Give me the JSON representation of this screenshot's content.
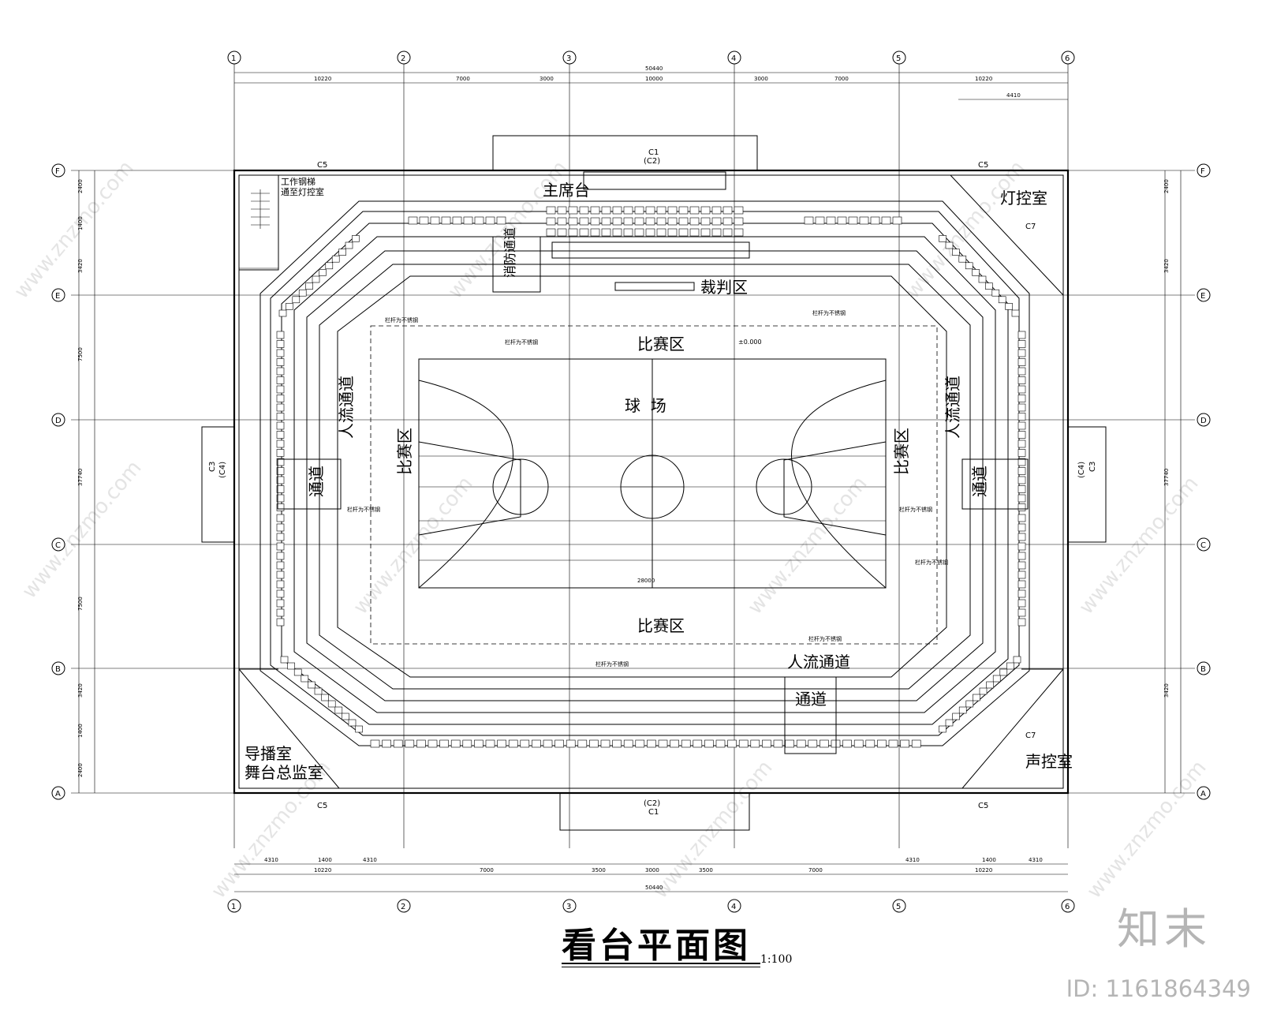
{
  "title": "看台平面图",
  "scale": "1:100",
  "axis_columns": [
    "1",
    "2",
    "3",
    "4",
    "5",
    "6"
  ],
  "axis_rows": [
    "F",
    "E",
    "D",
    "C",
    "B",
    "A"
  ],
  "rooms": {
    "lighting_control": "灯控室",
    "sound_control": "声控室",
    "broadcast_room": "导播室",
    "stage_monitor": "舞台总监室",
    "stair_label": "工作钢梯",
    "stair_sub": "通至灯控室"
  },
  "zones": {
    "main_stand": "主席台",
    "referee": "裁判区",
    "court": "球  场",
    "competition": "比赛区",
    "crowd_passage": "人流通道",
    "passage": "通道",
    "fire_passage": "消防通道"
  },
  "dimensions": {
    "overall": "50440",
    "top_row": [
      "10220",
      "7000",
      "3000",
      "10000",
      "3000",
      "7000",
      "10220"
    ],
    "bottom_row": [
      "10220",
      "7000",
      "3500",
      "3000",
      "3500",
      "7000",
      "10220"
    ],
    "bottom_sub": [
      "4310",
      "1400",
      "4310",
      "4310",
      "1400",
      "4310"
    ],
    "top_right": "4410",
    "left_side": [
      "2400",
      "1400",
      "3420",
      "7500",
      "37740",
      "7500",
      "3420",
      "1400",
      "2400"
    ],
    "court_width": "28000",
    "elevation": "±0.000"
  },
  "tags": {
    "window_c5": "C5",
    "window_c1": "C1",
    "window_c2": "(C2)",
    "window_c3": "C3",
    "window_c4": "(C4)",
    "window_c7": "C7",
    "rail_note": "栏杆为不锈钢"
  },
  "watermark": "www.znzmo.com",
  "branding": {
    "logo": "知末",
    "id": "ID: 1161864349"
  }
}
